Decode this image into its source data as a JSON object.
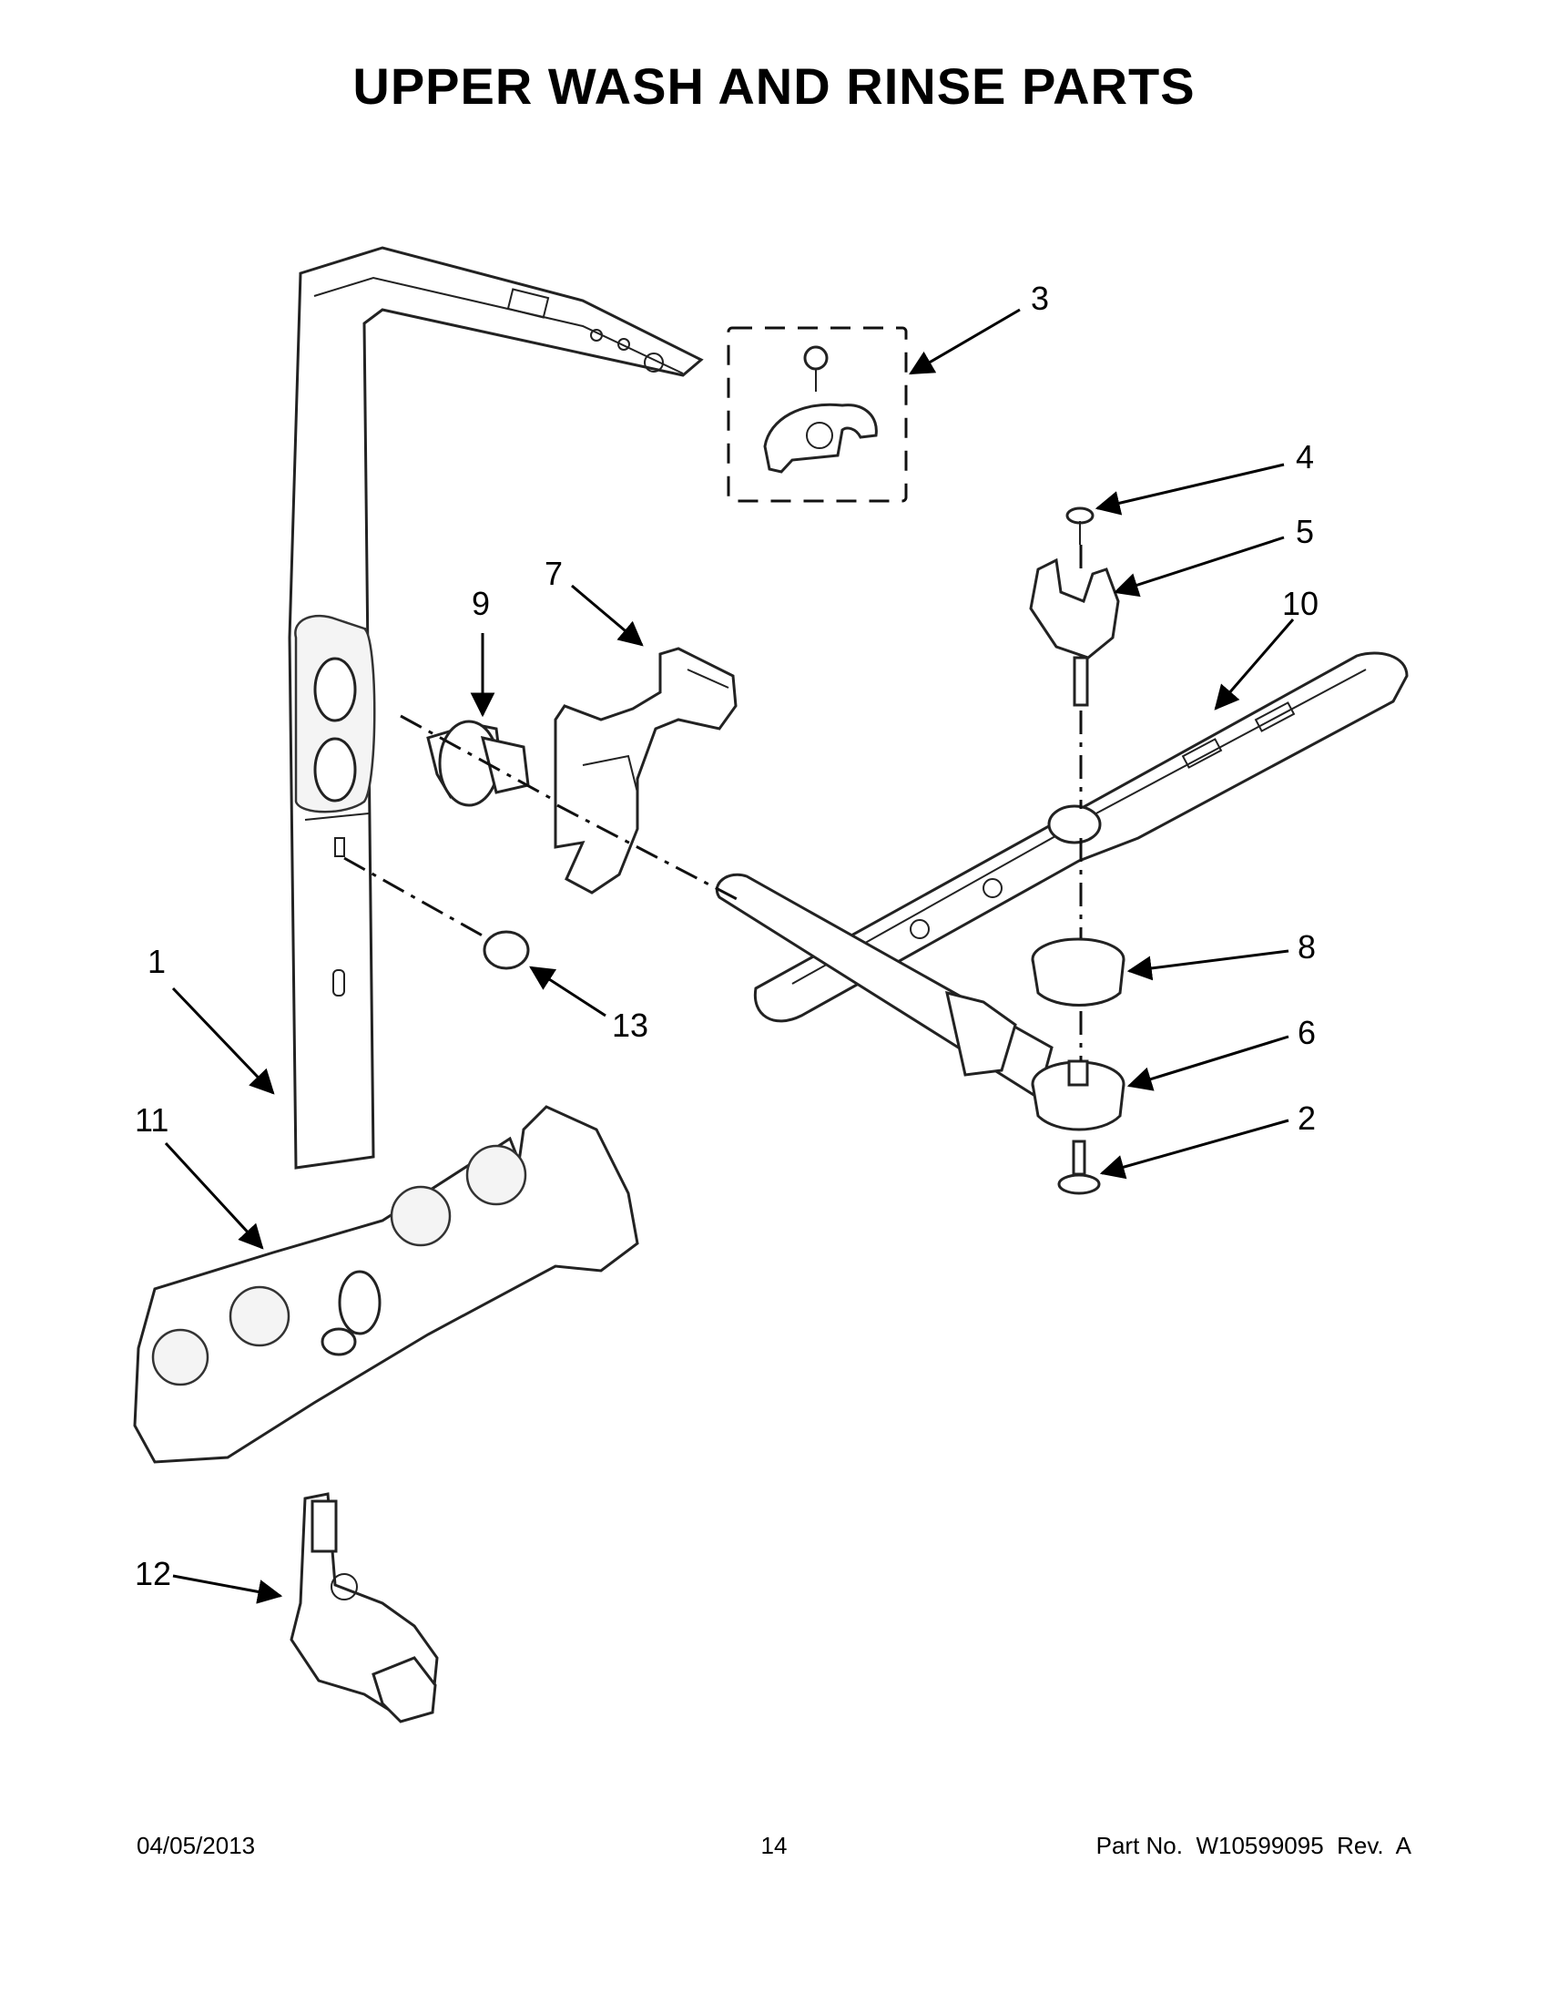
{
  "title": "UPPER WASH AND RINSE PARTS",
  "callouts": {
    "c1": "1",
    "c2": "2",
    "c3": "3",
    "c4": "4",
    "c5": "5",
    "c6": "6",
    "c7": "7",
    "c8": "8",
    "c9": "9",
    "c10": "10",
    "c11": "11",
    "c12": "12",
    "c13": "13"
  },
  "footer": {
    "date": "04/05/2013",
    "page": "14",
    "part_number": "Part No.  W10599095  Rev.  A"
  }
}
